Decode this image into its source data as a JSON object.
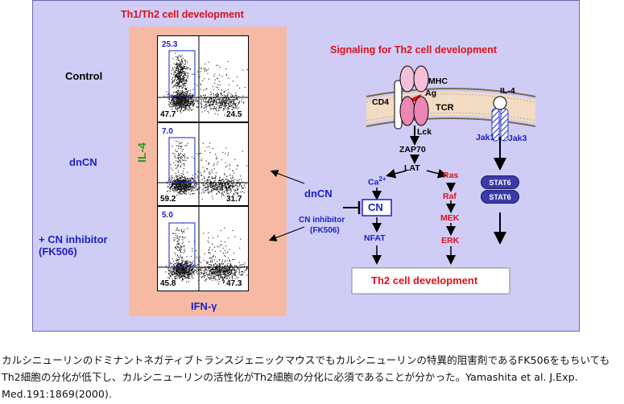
{
  "facs": {
    "title": "Th1/Th2 cell development",
    "y_axis_label": "IL-4",
    "x_axis_label": "IFN-γ",
    "rows": [
      {
        "label": "Control",
        "upper_left": "25.3",
        "lower_left": "47.7",
        "lower_right": "24.5"
      },
      {
        "label": "dnCN",
        "upper_left": "7.0",
        "lower_left": "59.2",
        "lower_right": "31.7"
      },
      {
        "label": "+ CN inhibitor (FK506)",
        "upper_left": "5.0",
        "lower_left": "45.8",
        "lower_right": "47.3"
      }
    ]
  },
  "signaling": {
    "title": "Signaling for Th2 cell development",
    "mhc": "MHC",
    "ag": "Ag",
    "cd4": "CD4",
    "tcr": "TCR",
    "lck": "Lck",
    "zap70": "ZAP70",
    "lat": "LAT",
    "ca": "Ca",
    "ca_sup": "2+",
    "cn": "CN",
    "nfat": "NFAT",
    "ras": "Ras",
    "raf": "Raf",
    "mek": "MEK",
    "erk": "ERK",
    "il4": "IL-4",
    "jak1": "Jak1",
    "jak3": "Jak3",
    "stat6_a": "STAT6",
    "stat6_b": "STAT6",
    "outcome": "Th2 cell development"
  },
  "inhibitors": {
    "dncn": "dnCN",
    "cn_inhibitor": "CN inhibitor",
    "fk506": "(FK506)"
  },
  "caption": "カルシニューリンのドミナントネガティブトランスジェニックマウスでもカルシニューリンの特異的阻害剤であるFK506をもちいてもTh2細胞の分化が低下し、カルシニューリンの活性化がTh2細胞の分化に必須であることが分かった。Yamashita et al. J.Exp. Med.191:1869(2000).",
  "colors": {
    "panel_bg": "#cfcdf5",
    "facs_bg": "#f6b9a3",
    "red": "#e0101a",
    "blue": "#1a22c8",
    "green": "#1d9a1d"
  }
}
